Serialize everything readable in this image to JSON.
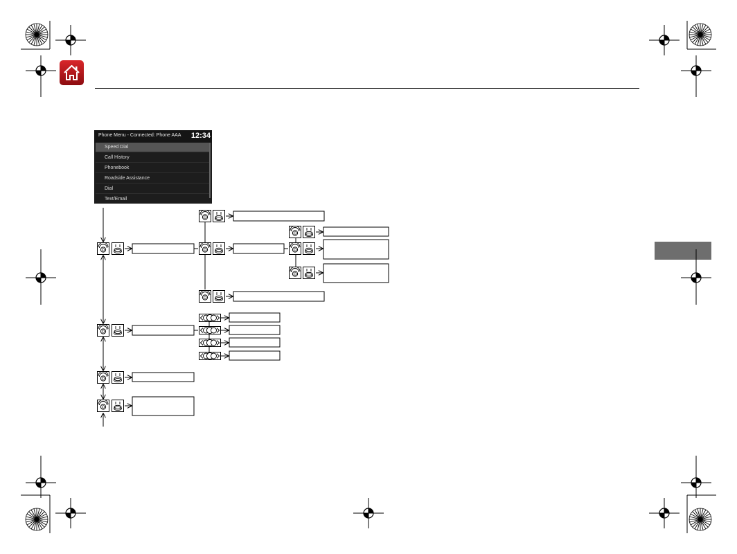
{
  "phone_screen": {
    "title": "Phone Menu - Connected: Phone AAA",
    "clock": "12:34",
    "menu_items": [
      {
        "label": "Speed Dial",
        "selected": true
      },
      {
        "label": "Call History",
        "selected": false
      },
      {
        "label": "Phonebook",
        "selected": false
      },
      {
        "label": "Roadside Assistance",
        "selected": false
      },
      {
        "label": "Dial",
        "selected": false
      },
      {
        "label": "Text/Email",
        "selected": false
      }
    ]
  },
  "icons": {
    "home": "home-icon",
    "selector_knob": "selector-knob-icon",
    "press_enter": "press-enter-icon",
    "rotate_left_right": "rotate-selector-icon",
    "registration_mark": "crosshair-icon",
    "color_target": "starburst-icon"
  },
  "colors": {
    "home_red": "#c8181c",
    "screen_bg": "#1d1d1d",
    "selected_row": "#555555",
    "side_tab": "#6e6e6e"
  }
}
